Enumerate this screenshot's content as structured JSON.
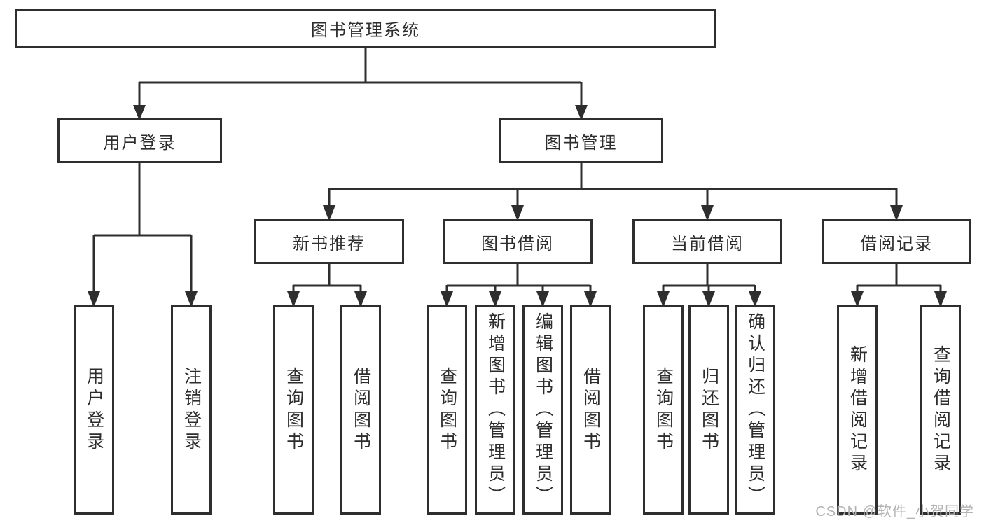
{
  "diagram": {
    "root_label": "图书管理系统",
    "user_login": {
      "label": "用户登录",
      "leaves": [
        "用户登录",
        "注销登录"
      ]
    },
    "book_management": {
      "label": "图书管理",
      "sections": [
        {
          "label": "新书推荐",
          "leaves": [
            "查询图书",
            "借阅图书"
          ]
        },
        {
          "label": "图书借阅",
          "leaves": [
            "查询图书",
            "新增图书（管理员）",
            "编辑图书（管理员）",
            "借阅图书"
          ]
        },
        {
          "label": "当前借阅",
          "leaves": [
            "查询图书",
            "归还图书",
            "确认归还（管理员）"
          ]
        },
        {
          "label": "借阅记录",
          "leaves": [
            "新增借阅记录",
            "查询借阅记录"
          ]
        }
      ]
    }
  },
  "watermark": "CSDN @软件_小贺同学",
  "colors": {
    "line": "#2e2e2e",
    "text": "#2d2d2d",
    "watermark": "#b3b3b3",
    "background": "#ffffff"
  }
}
